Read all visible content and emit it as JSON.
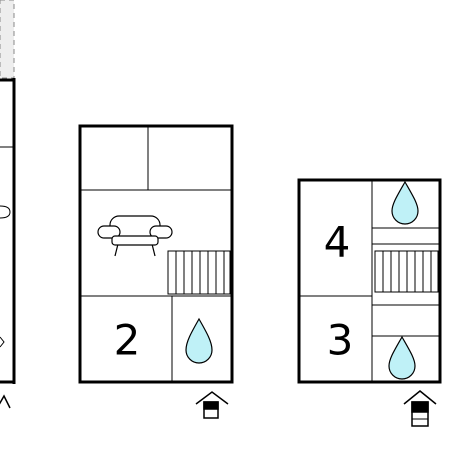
{
  "floors": [
    {
      "id": "floor-left",
      "rooms": []
    },
    {
      "id": "floor-middle",
      "rooms": [
        {
          "label": "2"
        }
      ]
    },
    {
      "id": "floor-right",
      "rooms": [
        {
          "label": "4"
        },
        {
          "label": "3"
        }
      ]
    }
  ],
  "colors": {
    "water": "#bff1f7",
    "dashed_area": "#eeeeee",
    "wall": "#000000"
  },
  "icons": [
    "sofa-icon",
    "stairs-icon",
    "bathroom-drop-icon",
    "entrance-icon"
  ]
}
